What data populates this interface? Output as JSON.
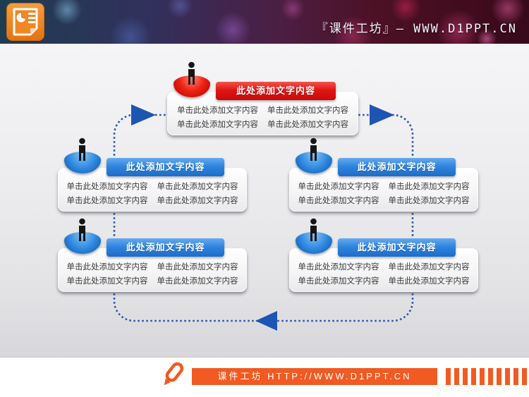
{
  "header": {
    "app_icon": "powerpoint-icon",
    "brand_text": "『课件工坊』— WWW.D1PPT.CN"
  },
  "diagram": {
    "connector": {
      "style": "dotted-rounded-cycle",
      "dot_color": "#2b55ad",
      "arrow_color": "#1d55b2"
    },
    "nodes": [
      {
        "accent": "red",
        "title": "此处添加文字内容",
        "cells": [
          "单击此处添加文字内容",
          "单击此处添加文字内容",
          "单击此处添加文字内容",
          "单击此处添加文字内容"
        ]
      },
      {
        "accent": "blue",
        "title": "此处添加文字内容",
        "cells": [
          "单击此处添加文字内容",
          "单击此处添加文字内容",
          "单击此处添加文字内容",
          "单击此处添加文字内容"
        ]
      },
      {
        "accent": "blue",
        "title": "此处添加文字内容",
        "cells": [
          "单击此处添加文字内容",
          "单击此处添加文字内容",
          "单击此处添加文字内容",
          "单击此处添加文字内容"
        ]
      },
      {
        "accent": "blue",
        "title": "此处添加文字内容",
        "cells": [
          "单击此处添加文字内容",
          "单击此处添加文字内容",
          "单击此处添加文字内容",
          "单击此处添加文字内容"
        ]
      },
      {
        "accent": "blue",
        "title": "此处添加文字内容",
        "cells": [
          "单击此处添加文字内容",
          "单击此处添加文字内容",
          "单击此处添加文字内容",
          "单击此处添加文字内容"
        ]
      }
    ]
  },
  "footer": {
    "icon": "pen-icon",
    "banner_text": "课件工坊 HTTP://WWW.D1PPT.CN"
  },
  "colors": {
    "red_accent": "#e01616",
    "blue_accent": "#2f85de",
    "orange_accent": "#f15a22",
    "dotted_line_blue": "#2b55ad"
  }
}
